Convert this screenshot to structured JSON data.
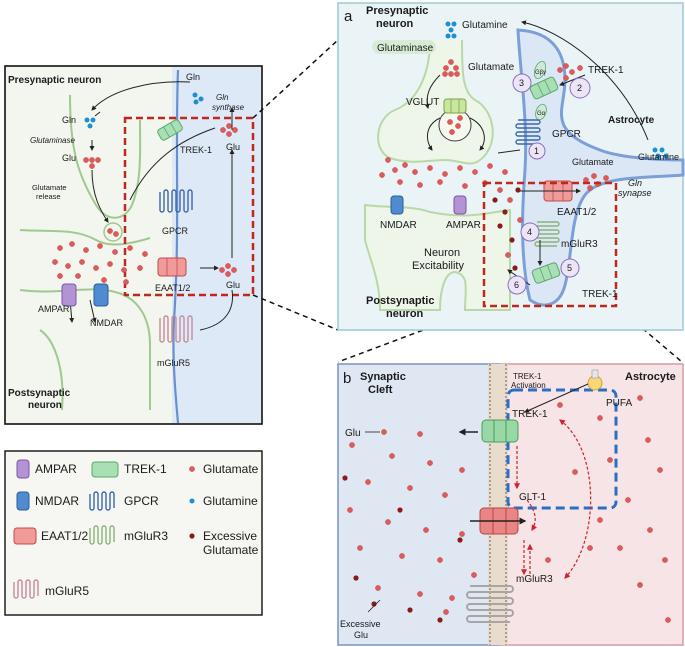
{
  "left_panel": {
    "presynaptic": "Presynaptic\nneuron",
    "postsynaptic": "Postsynaptic\nneuron",
    "gln_top": "Gln",
    "gln_mid": "Gln",
    "gln_synthase": "Gln\nsynthase",
    "glutaminase": "Glutaminase",
    "glu_pre": "Glu",
    "glutamate_release": "Glutamate\nrelease",
    "trek1": "TREK-1",
    "glu_astro_top": "Glu",
    "gpcr": "GPCR",
    "eaat": "EAAT1/2",
    "glu_astro_bottom": "Glu",
    "ampar": "AMPAR",
    "nmdar": "NMDAR",
    "mglur5": "mGluR5"
  },
  "legend": {
    "items": [
      "AMPAR",
      "TREK-1",
      "Glutamate",
      "NMDAR",
      "GPCR",
      "Glutamine",
      "EAAT1/2",
      "mGluR3",
      "Excessive\nGlutamate",
      "mGluR5"
    ]
  },
  "panel_a": {
    "letter": "a",
    "presynaptic": "Presynaptic\nneuron",
    "glutamine": "Glutamine",
    "glutaminase": "Glutaminase",
    "glutamate": "Glutamate",
    "vglut": "VGLUT",
    "trek1_top": "TREK-1",
    "astrocyte": "Astrocyte",
    "gpcr": "GPCR",
    "glutamate_right": "Glutamate",
    "glutamine_right": "Glutamine",
    "gln_synapse": "Gln\nsynapse",
    "eaat": "EAAT1/2",
    "nmdar": "NMDAR",
    "ampar": "AMPAR",
    "neuron_excitability": "Neuron\nExcitability",
    "mglur3": "mGluR3",
    "trek1_bottom": "TREK-1",
    "postsynaptic": "Postsynaptic\nneuron",
    "gbg": "Gβγ",
    "ga": "Gα",
    "numbers": [
      "1",
      "2",
      "3",
      "4",
      "5",
      "6"
    ]
  },
  "panel_b": {
    "letter": "b",
    "synaptic_cleft": "Synaptic\nCleft",
    "astrocyte": "Astrocyte",
    "trek_activation": "TREK-1\nActivation",
    "pufa": "PUFA",
    "trek1": "TREK-1",
    "glu": "Glu",
    "glt1": "GLT-1",
    "mglur3": "mGluR3",
    "excessive_glu": "Excessive\nGlu"
  },
  "colors": {
    "glutamate": "#e05a5a",
    "excessive": "#8b1a1a",
    "glutamine": "#1e8fd0",
    "trek": "#8fd4a0",
    "ampar": "#a77cc8",
    "nmdar": "#3a7dc0",
    "eaat": "#e36b6b",
    "gpcr": "#3a66b0",
    "dash_red": "#c0271d",
    "dash_blue": "#2b6fc2"
  }
}
